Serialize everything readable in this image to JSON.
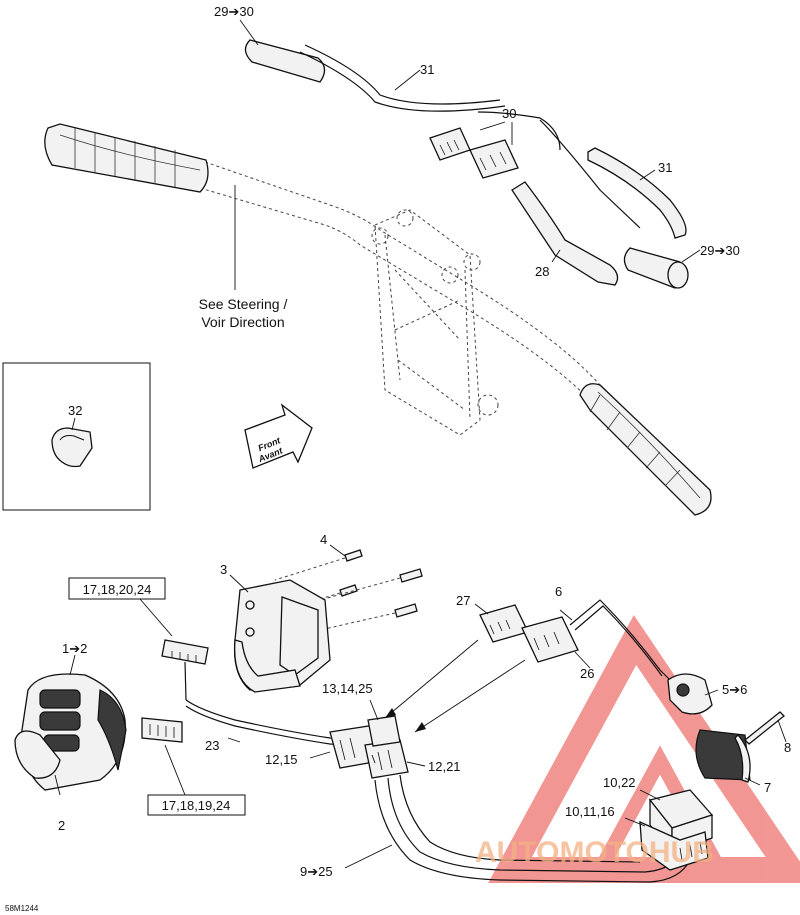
{
  "callouts": {
    "c29_30_top": "29➔30",
    "c31_top": "31",
    "c30": "30",
    "c31_right": "31",
    "c28": "28",
    "c29_30_right": "29➔30",
    "see_steering_1": "See Steering /",
    "see_steering_2": "Voir Direction",
    "c32": "32",
    "front_1": "Front",
    "front_2": "Avant",
    "c4": "4",
    "c3": "3",
    "box_17_18_20_24": "17,18,20,24",
    "c1_2": "1➔2",
    "c27": "27",
    "c6": "6",
    "c26": "26",
    "c13_14_25": "13,14,25",
    "c5_6": "5➔6",
    "c12_15": "12,15",
    "c12_21": "12,21",
    "c23": "23",
    "c8": "8",
    "c7": "7",
    "box_17_18_19_24": "17,18,19,24",
    "c2": "2",
    "c10_22": "10,22",
    "c10_11_16": "10,11,16",
    "c9_25": "9➔25",
    "ref_code": "58M1244"
  },
  "watermark": {
    "text": "AUTOMOTOHUB",
    "color_a": "#f4b183",
    "color_b": "#e8423c"
  }
}
